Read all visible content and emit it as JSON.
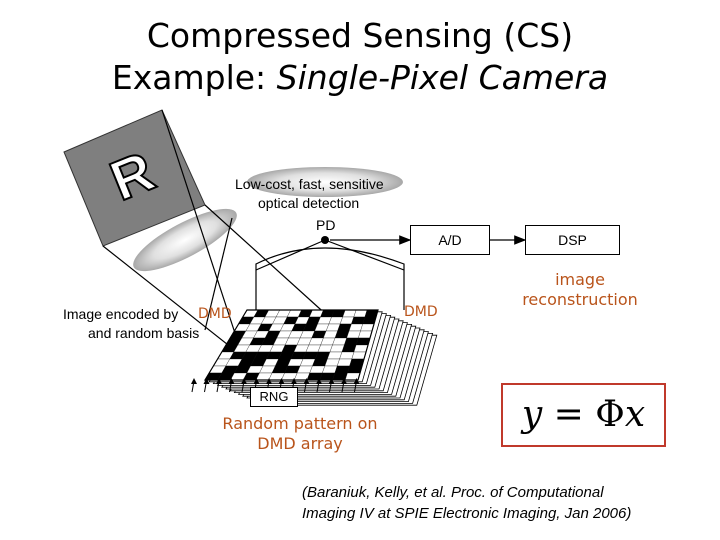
{
  "title": {
    "line1": "Compressed Sensing (CS)",
    "line2_prefix": "Example: ",
    "line2_italic": "Single-Pixel Camera"
  },
  "diagram": {
    "object_letter": "R",
    "pd_desc_line1": "Low-cost, fast, sensitive",
    "pd_desc_line2": "optical detection",
    "pd_label": "PD",
    "ad_label": "A/D",
    "dsp_label": "DSP",
    "recon_line1": "image",
    "recon_line2": "reconstruction",
    "dmd_left": "DMD",
    "dmd_right": "DMD",
    "encoded_line1": "Image encoded by",
    "encoded_line2": "and random basis",
    "rng_label": "RNG",
    "random_line1": "Random pattern on",
    "random_line2": "DMD array",
    "equation": {
      "lhs": "y",
      "op": "=",
      "matrix": "Φ",
      "rhs": "x"
    }
  },
  "citation": {
    "line1": "(Baraniuk, Kelly, et al. Proc. of Computational",
    "line2": "Imaging IV at SPIE Electronic Imaging, Jan 2006)"
  },
  "colors": {
    "accent": "#b9541b",
    "equation_border": "#c0392b",
    "object_fill": "#7f7f7f"
  }
}
